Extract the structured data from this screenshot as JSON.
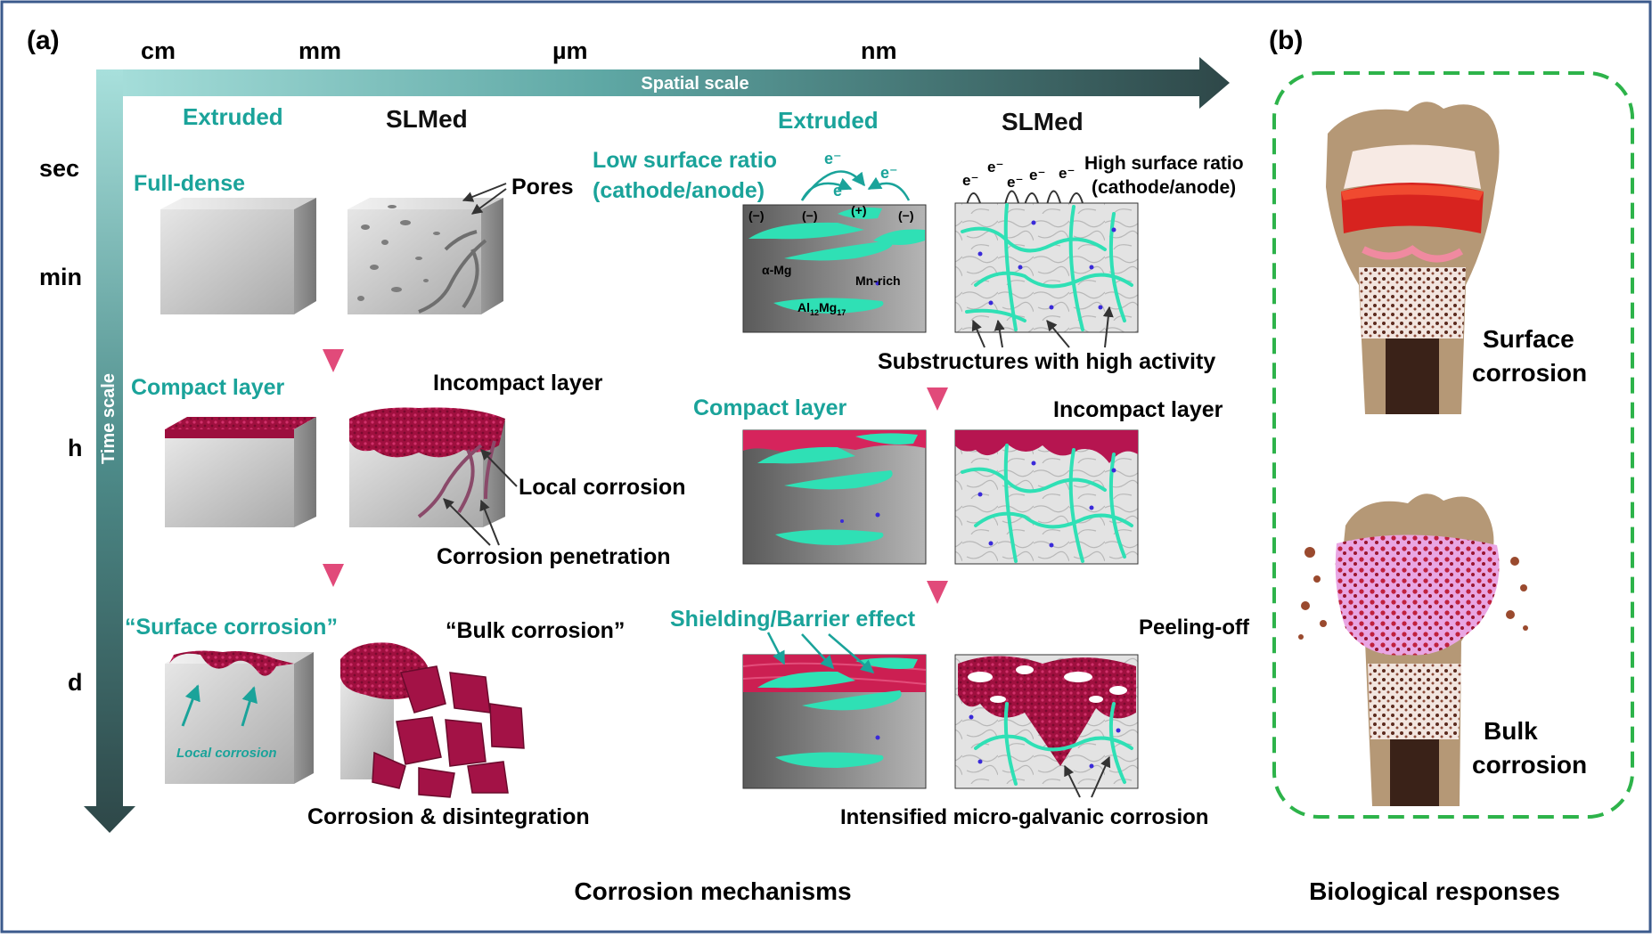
{
  "panels": {
    "a": "(a)",
    "b": "(b)"
  },
  "spatial_ticks": [
    "cm",
    "mm",
    "µm",
    "nm"
  ],
  "spatial_axis_label": "Spatial scale",
  "time_axis_label": "Time scale",
  "time_ticks": [
    "sec",
    "min",
    "h",
    "d"
  ],
  "macro": {
    "extruded_header": "Extruded",
    "slmed_header": "SLMed",
    "full_dense": "Full-dense",
    "pores": "Pores",
    "compact_layer": "Compact layer",
    "incompact_layer": "Incompact layer",
    "local_corrosion": "Local corrosion",
    "corrosion_penetration": "Corrosion penetration",
    "surface_corrosion_q": "“Surface corrosion”",
    "bulk_corrosion_q": "“Bulk corrosion”",
    "local_corrosion_small": "Local corrosion",
    "corrosion_disintegration": "Corrosion & disintegration"
  },
  "micro": {
    "extruded_header": "Extruded",
    "slmed_header": "SLMed",
    "low_ratio_1": "Low surface ratio",
    "low_ratio_2": "(cathode/anode)",
    "high_ratio_1": "High surface ratio",
    "high_ratio_2": "(cathode/anode)",
    "electron": "e⁻",
    "minus": "(−)",
    "plus": "(+)",
    "alpha_mg": "α-Mg",
    "mn_rich": "Mn-rich",
    "al_mg_base": "Al",
    "al_mg_sub1": "12",
    "al_mg_mid": "Mg",
    "al_mg_sub2": "17",
    "substructures": "Substructures with high activity",
    "compact_layer": "Compact layer",
    "incompact_layer": "Incompact layer",
    "shielding": "Shielding/Barrier effect",
    "peeling": "Peeling-off",
    "micro_galvanic": "Intensified micro-galvanic corrosion"
  },
  "bio": {
    "surface_1": "Surface",
    "surface_2": "corrosion",
    "bulk_1": "Bulk",
    "bulk_2": "corrosion"
  },
  "footer": {
    "mechanisms": "Corrosion mechanisms",
    "responses": "Biological responses"
  },
  "colors": {
    "teal": "#1aa39a",
    "crimson": "#b0124a",
    "mint": "#2fe0b5",
    "green_dash": "#2db34a",
    "frame": "#3b5a8c"
  }
}
